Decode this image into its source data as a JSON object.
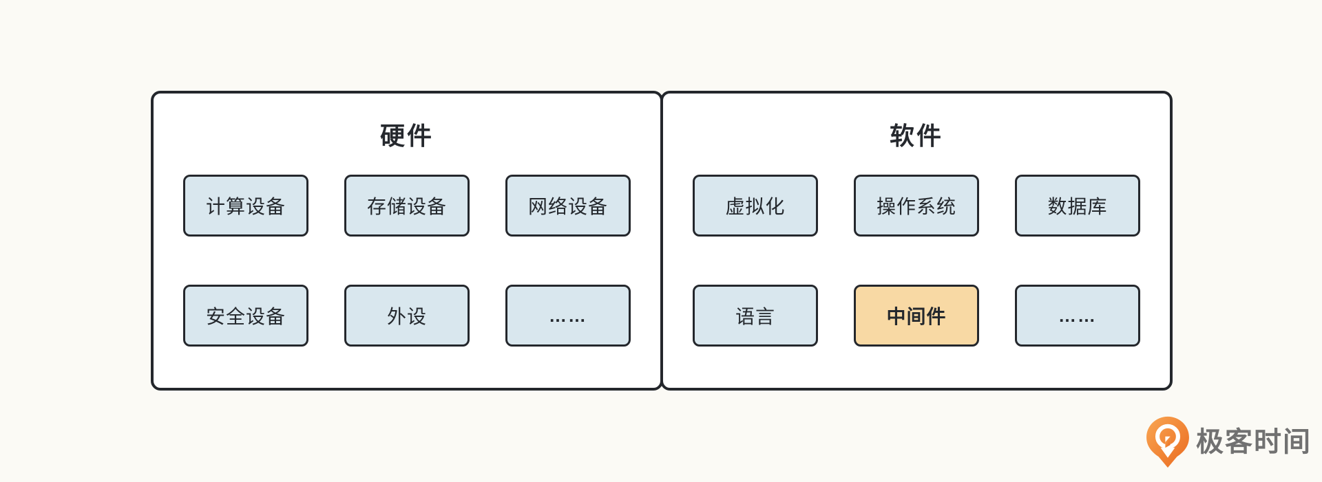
{
  "page": {
    "background_color": "#fbfaf5",
    "panel_background": "#ffffff",
    "border_color": "#24272c",
    "node_blue_color": "#d9e7ee",
    "node_orange_color": "#f8d9a4",
    "text_color": "#24282d"
  },
  "panels": [
    {
      "title": "硬件",
      "boxes": [
        {
          "label": "计算设备",
          "variant": "blue"
        },
        {
          "label": "存储设备",
          "variant": "blue"
        },
        {
          "label": "网络设备",
          "variant": "blue"
        },
        {
          "label": "安全设备",
          "variant": "blue"
        },
        {
          "label": "外设",
          "variant": "blue"
        },
        {
          "label": "……",
          "variant": "blue"
        }
      ]
    },
    {
      "title": "软件",
      "boxes": [
        {
          "label": "虚拟化",
          "variant": "blue"
        },
        {
          "label": "操作系统",
          "variant": "blue"
        },
        {
          "label": "数据库",
          "variant": "blue"
        },
        {
          "label": "语言",
          "variant": "blue"
        },
        {
          "label": "中间件",
          "variant": "orange"
        },
        {
          "label": "……",
          "variant": "blue"
        }
      ]
    }
  ],
  "logo": {
    "text": "极客时间",
    "icon": "geektime-pin-icon",
    "icon_gradient_start": "#f9a653",
    "icon_gradient_end": "#ea6a1f",
    "text_color": "#717171"
  }
}
